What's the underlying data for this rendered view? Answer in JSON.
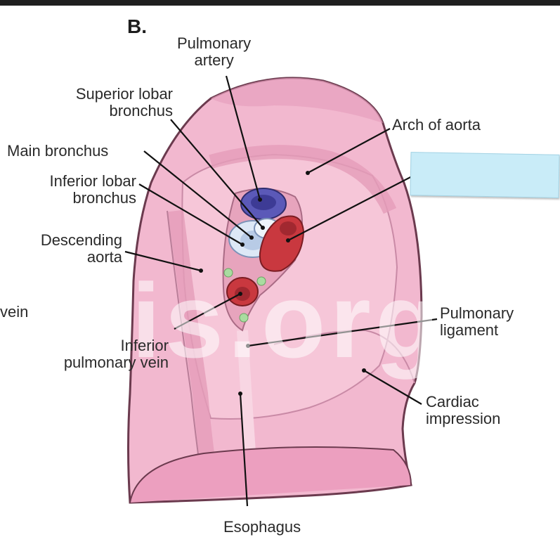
{
  "figure": {
    "panel_letter": "B.",
    "labels": {
      "pulmonary_artery": [
        "Pulmonary",
        "artery"
      ],
      "superior_lobar_bronchus": [
        "Superior lobar",
        "bronchus"
      ],
      "main_bronchus": [
        "Main bronchus"
      ],
      "inferior_lobar_bronchus": [
        "Inferior lobar",
        "bronchus"
      ],
      "descending_aorta": [
        "Descending",
        "aorta"
      ],
      "vein_partial": [
        "vein"
      ],
      "inferior_pulmonary_vein": [
        "Inferior",
        "pulmonary vein"
      ],
      "arch_of_aorta": [
        "Arch of aorta"
      ],
      "pulmonary_ligament": [
        "Pulmonary",
        "ligament"
      ],
      "cardiac_impression": [
        "Cardiac",
        "impression"
      ],
      "esophagus": [
        "Esophagus"
      ]
    },
    "watermark": "osis.org",
    "colors": {
      "lung_fill": "#f2b8cf",
      "lung_outline": "#6b3a4e",
      "artery_blue": "#5b59b8",
      "vein_red": "#c9383f",
      "bronchus": "#dde8f6",
      "lymph_green": "#a9dca0",
      "blank_label": "#c9ecf8"
    }
  }
}
